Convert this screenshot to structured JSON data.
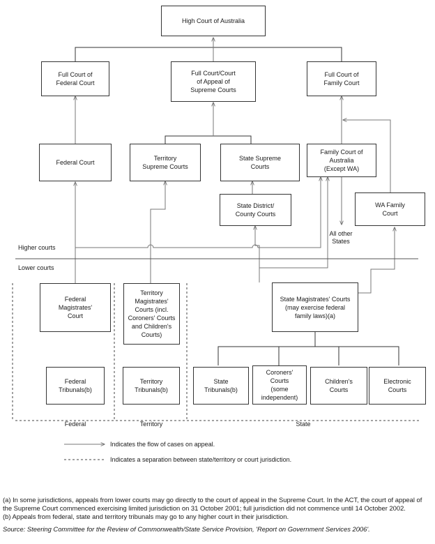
{
  "boxes": {
    "high_court": "High Court of Australia",
    "full_federal": "Full Court of\nFederal Court",
    "full_supreme": "Full Court/Court\nof Appeal of\nSupreme Courts",
    "full_family": "Full Court of\nFamily Court",
    "federal_court": "Federal Court",
    "territory_supreme": "Territory\nSupreme Courts",
    "state_supreme": "State Supreme\nCourts",
    "family_court": "Family Court of\nAustralia\n(Except WA)",
    "state_district": "State District/\nCounty Courts",
    "wa_family": "WA Family\nCourt",
    "federal_magistrates": "Federal\nMagistrates'\nCourt",
    "territory_magistrates": "Territory\nMagistrates'\nCourts (incl.\nCoroners' Courts\nand Children's\nCourts)",
    "state_magistrates": "State Magistrates' Courts\n(may exercise federal\nfamily laws)(a)",
    "federal_tribunals": "Federal\nTribunals(b)",
    "territory_tribunals": "Territory\nTribunals(b)",
    "state_tribunals": "State\nTribunals(b)",
    "coroners_courts": "Coroners'\nCourts\n(some\nindependent)",
    "childrens_courts": "Children's\nCourts",
    "electronic_courts": "Electronic\nCourts"
  },
  "labels": {
    "all_other_states": "All other\nStates",
    "higher_courts": "Higher courts",
    "lower_courts": "Lower courts",
    "federal": "Federal",
    "territory": "Territory",
    "state": "State"
  },
  "legend": {
    "appeal_flow": "Indicates the flow of cases on appeal.",
    "separation": "Indicates a separation between state/territory or court jurisdiction."
  },
  "notes": {
    "a": "(a) In some jurisdictions, appeals from lower courts may go directly to the court of appeal in the Supreme Court. In the ACT, the court of appeal of the Supreme Court commenced exercising limited jurisdiction on 31 October 2001; full jurisdiction did not commence until 14 October 2002.",
    "b": "(b) Appeals from federal, state and territory tribunals may go to any higher court in their jurisdiction."
  },
  "source": "Source: Steering Committee for the Review of Commonwealth/State Service Provision, 'Report on Government Services 2006'."
}
